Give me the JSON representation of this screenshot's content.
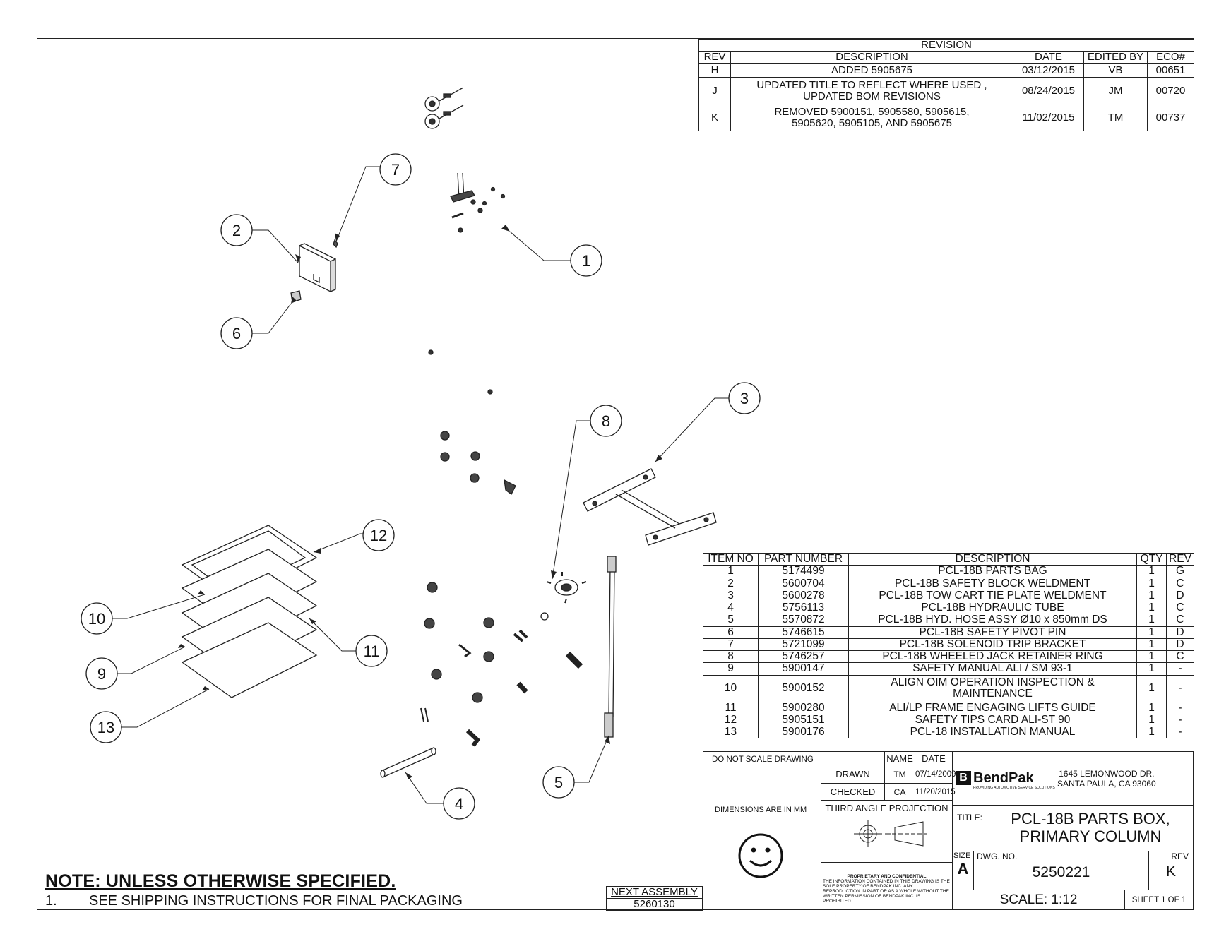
{
  "revision_table": {
    "title": "REVISION",
    "headers": [
      "REV",
      "DESCRIPTION",
      "DATE",
      "EDITED BY",
      "ECO#"
    ],
    "rows": [
      {
        "rev": "H",
        "description": "ADDED 5905675",
        "date": "03/12/2015",
        "edited_by": "VB",
        "eco": "00651"
      },
      {
        "rev": "J",
        "description": "UPDATED TITLE TO REFLECT WHERE USED , UPDATED BOM REVISIONS",
        "date": "08/24/2015",
        "edited_by": "JM",
        "eco": "00720"
      },
      {
        "rev": "K",
        "description": "REMOVED 5900151, 5905580, 5905615, 5905620, 5905105, AND 5905675",
        "date": "11/02/2015",
        "edited_by": "TM",
        "eco": "00737"
      }
    ]
  },
  "bom_table": {
    "headers": [
      "ITEM NO",
      "PART NUMBER",
      "DESCRIPTION",
      "QTY",
      "REV"
    ],
    "rows": [
      {
        "item": "1",
        "part": "5174499",
        "description": "PCL-18B PARTS BAG",
        "qty": "1",
        "rev": "G"
      },
      {
        "item": "2",
        "part": "5600704",
        "description": "PCL-18B SAFETY BLOCK WELDMENT",
        "qty": "1",
        "rev": "C"
      },
      {
        "item": "3",
        "part": "5600278",
        "description": "PCL-18B TOW CART TIE PLATE WELDMENT",
        "qty": "1",
        "rev": "D"
      },
      {
        "item": "4",
        "part": "5756113",
        "description": "PCL-18B HYDRAULIC TUBE",
        "qty": "1",
        "rev": "C"
      },
      {
        "item": "5",
        "part": "5570872",
        "description": "PCL-18B HYD. HOSE ASSY Ø10 x 850mm DS",
        "qty": "1",
        "rev": "C"
      },
      {
        "item": "6",
        "part": "5746615",
        "description": "PCL-18B SAFETY PIVOT PIN",
        "qty": "1",
        "rev": "D"
      },
      {
        "item": "7",
        "part": "5721099",
        "description": "PCL-18B SOLENOID TRIP BRACKET",
        "qty": "1",
        "rev": "D"
      },
      {
        "item": "8",
        "part": "5746257",
        "description": "PCL-18B WHEELED JACK RETAINER RING",
        "qty": "1",
        "rev": "C"
      },
      {
        "item": "9",
        "part": "5900147",
        "description": "SAFETY MANUAL ALI / SM 93-1",
        "qty": "1",
        "rev": "-"
      },
      {
        "item": "10",
        "part": "5900152",
        "description": "ALIGN OIM OPERATION INSPECTION & MAINTENANCE",
        "qty": "1",
        "rev": "-"
      },
      {
        "item": "11",
        "part": "5900280",
        "description": "ALI/LP FRAME ENGAGING LIFTS GUIDE",
        "qty": "1",
        "rev": "-"
      },
      {
        "item": "12",
        "part": "5905151",
        "description": "SAFETY TIPS CARD ALI-ST 90",
        "qty": "1",
        "rev": "-"
      },
      {
        "item": "13",
        "part": "5900176",
        "description": "PCL-18 INSTALLATION MANUAL",
        "qty": "1",
        "rev": "-"
      }
    ]
  },
  "title_block": {
    "do_not_scale": "DO NOT SCALE DRAWING",
    "name_header": "NAME",
    "date_header": "DATE",
    "drawn_label": "DRAWN",
    "drawn_name": "TM",
    "drawn_date": "07/14/2009",
    "checked_label": "CHECKED",
    "checked_name": "CA",
    "checked_date": "11/20/2015",
    "dimensions_note": "DIMENSIONS ARE IN MM",
    "projection": "THIRD ANGLE PROJECTION",
    "proprietary_title": "PROPRIETARY AND CONFIDENTIAL",
    "proprietary_text": "THE INFORMATION CONTAINED IN THIS DRAWING IS THE SOLE PROPERTY OF BENDPAK INC. ANY REPRODUCTION IN PART OR AS A WHOLE WITHOUT THE WRITTEN PERMISSION OF BENDPAK INC. IS PROHIBITED.",
    "company_logo": "BendPak",
    "company_tagline": "PROVIDING AUTOMOTIVE SERVICE SOLUTIONS",
    "address_line1": "1645 LEMONWOOD DR.",
    "address_line2": "SANTA PAULA, CA 93060",
    "title_label": "TITLE:",
    "title_line1": "PCL-18B PARTS BOX,",
    "title_line2": "PRIMARY COLUMN",
    "size_label": "SIZE",
    "size_value": "A",
    "dwg_no_label": "DWG.  NO.",
    "dwg_no": "5250221",
    "rev_label": "REV",
    "rev_value": "K",
    "scale": "SCALE: 1:12",
    "sheet": "SHEET 1 OF 1"
  },
  "notes": {
    "heading": "NOTE: UNLESS OTHERWISE SPECIFIED",
    "item_number": "1.",
    "item_text": "SEE SHIPPING INSTRUCTIONS FOR FINAL PACKAGING"
  },
  "next_assembly": {
    "label": "NEXT ASSEMBLY",
    "value": "5260130"
  },
  "balloons": [
    "1",
    "2",
    "3",
    "4",
    "5",
    "6",
    "7",
    "8",
    "9",
    "10",
    "11",
    "12",
    "13"
  ]
}
